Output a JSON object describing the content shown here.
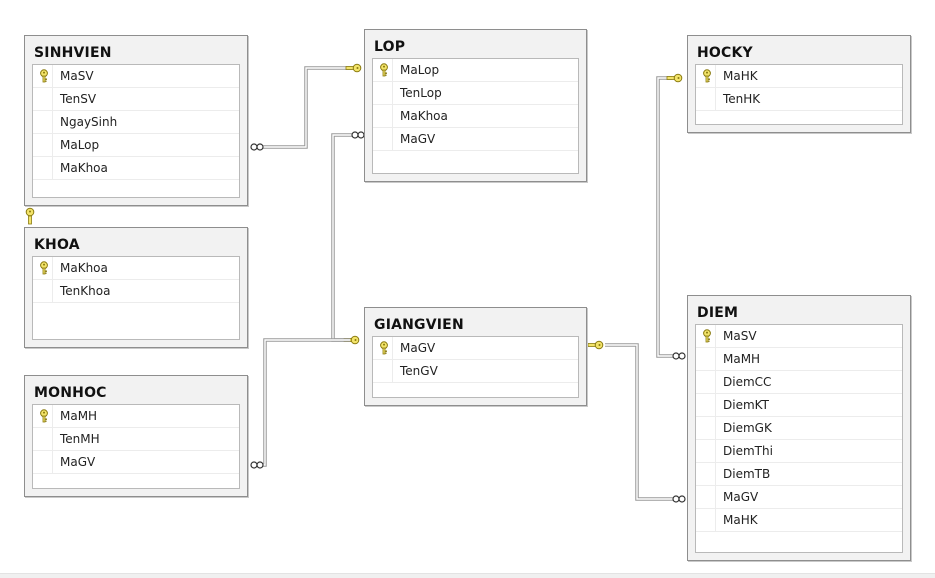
{
  "tables": [
    {
      "id": "sinhvien",
      "name": "SINHVIEN",
      "columns": [
        {
          "name": "MaSV",
          "pk": true
        },
        {
          "name": "TenSV",
          "pk": false
        },
        {
          "name": "NgaySinh",
          "pk": false
        },
        {
          "name": "MaLop",
          "pk": false
        },
        {
          "name": "MaKhoa",
          "pk": false
        }
      ]
    },
    {
      "id": "khoa",
      "name": "KHOA",
      "columns": [
        {
          "name": "MaKhoa",
          "pk": true
        },
        {
          "name": "TenKhoa",
          "pk": false
        }
      ]
    },
    {
      "id": "monhoc",
      "name": "MONHOC",
      "columns": [
        {
          "name": "MaMH",
          "pk": true
        },
        {
          "name": "TenMH",
          "pk": false
        },
        {
          "name": "MaGV",
          "pk": false
        }
      ]
    },
    {
      "id": "lop",
      "name": "LOP",
      "columns": [
        {
          "name": "MaLop",
          "pk": true
        },
        {
          "name": "TenLop",
          "pk": false
        },
        {
          "name": "MaKhoa",
          "pk": false
        },
        {
          "name": "MaGV",
          "pk": false
        }
      ]
    },
    {
      "id": "giangvien",
      "name": "GIANGVIEN",
      "columns": [
        {
          "name": "MaGV",
          "pk": true
        },
        {
          "name": "TenGV",
          "pk": false
        }
      ]
    },
    {
      "id": "hocky",
      "name": "HOCKY",
      "columns": [
        {
          "name": "MaHK",
          "pk": true
        },
        {
          "name": "TenHK",
          "pk": false
        }
      ]
    },
    {
      "id": "diem",
      "name": "DIEM",
      "columns": [
        {
          "name": "MaSV",
          "pk": true
        },
        {
          "name": "MaMH",
          "pk": false
        },
        {
          "name": "DiemCC",
          "pk": false
        },
        {
          "name": "DiemKT",
          "pk": false
        },
        {
          "name": "DiemGK",
          "pk": false
        },
        {
          "name": "DiemThi",
          "pk": false
        },
        {
          "name": "DiemTB",
          "pk": false
        },
        {
          "name": "MaGV",
          "pk": false
        },
        {
          "name": "MaHK",
          "pk": false
        }
      ]
    }
  ],
  "relationships": [
    {
      "id": "lop-sinhvien",
      "one": "LOP",
      "many": "SINHVIEN"
    },
    {
      "id": "giangvien-lop",
      "one": "GIANGVIEN",
      "many": "LOP"
    },
    {
      "id": "giangvien-monhoc",
      "one": "GIANGVIEN",
      "many": "MONHOC"
    },
    {
      "id": "giangvien-diem",
      "one": "GIANGVIEN",
      "many": "DIEM"
    },
    {
      "id": "hocky-diem",
      "one": "HOCKY",
      "many": "DIEM"
    },
    {
      "id": "khoa-sinhvien",
      "one": "KHOA",
      "many": "SINHVIEN"
    }
  ],
  "colors": {
    "key": "#f3e46a",
    "key_outline": "#8a7a10",
    "connector": "#9a9a9a"
  }
}
